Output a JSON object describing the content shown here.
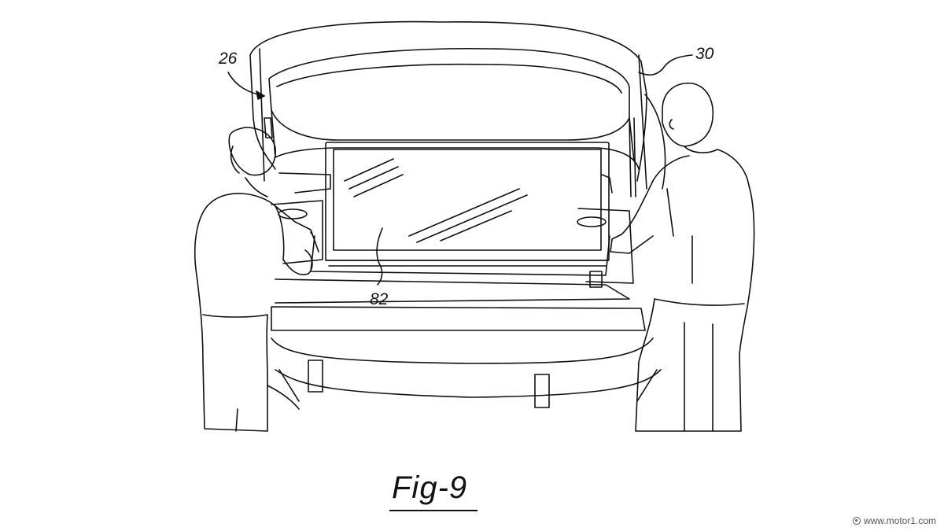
{
  "figure": {
    "caption": "Fig-9",
    "reference_numerals": {
      "liftgate": "26",
      "vehicle_body": "30",
      "display_panel": "82"
    }
  },
  "watermark": {
    "text": "www.motor1.com",
    "icon": "globe-icon"
  },
  "colors": {
    "line": "#111111",
    "background": "#ffffff"
  }
}
